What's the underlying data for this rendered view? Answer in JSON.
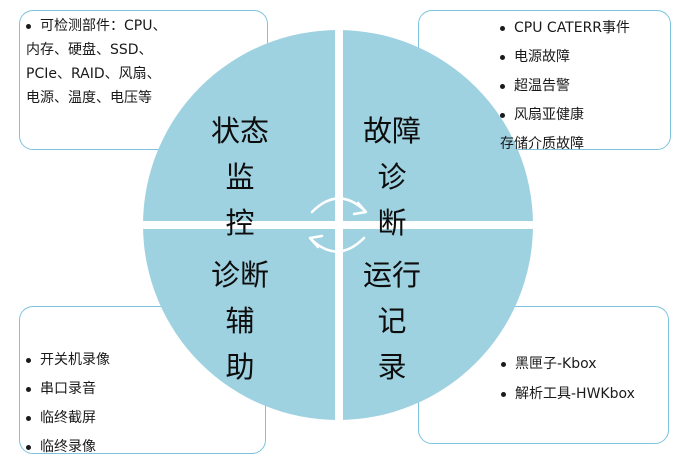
{
  "boxes": {
    "top_left": [
      "可检测部件：CPU、",
      "内存、硬盘、SSD、",
      "PCIe、RAID、风扇、",
      "电源、温度、电压等"
    ],
    "top_right": [
      "CPU CATERR事件",
      "电源故障",
      "超温告警",
      "风扇亚健康",
      "存储介质故障"
    ],
    "bottom_left": [
      "开关机录像",
      "串口录音",
      "临终截屏",
      "临终录像"
    ],
    "bottom_right": [
      "黑匣子-Kbox",
      "解析工具-HWKbox"
    ]
  },
  "quadrants": {
    "q1": "状态监\n控",
    "q2": "故障诊\n断",
    "q3": "诊断辅\n助",
    "q4": "运行记\n录"
  },
  "colors": {
    "circle_fill": "#9fd2e1",
    "box_border": "#7cc4dc"
  },
  "icons": [
    "cycle-arrows-icon"
  ]
}
